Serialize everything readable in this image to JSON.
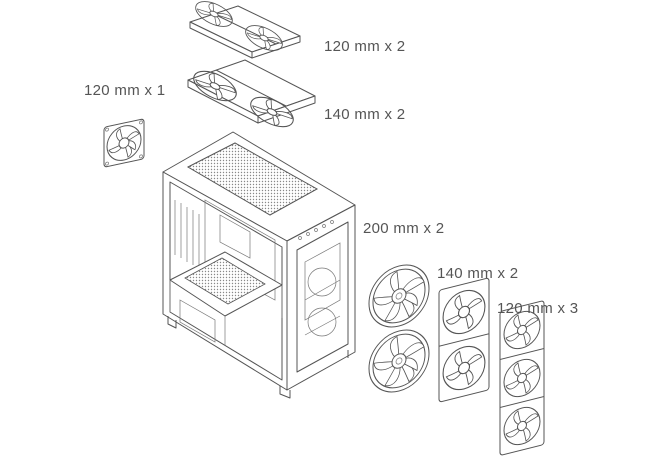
{
  "labels": {
    "top_120": "120 mm x 2",
    "top_140": "140 mm x 2",
    "rear_120": "120 mm x 1",
    "front_200": "200 mm x 2",
    "front_140": "140 mm x 2",
    "front_120": "120 mm x 3"
  },
  "colors": {
    "line": "#555555",
    "text": "#555555",
    "background": "#ffffff"
  }
}
